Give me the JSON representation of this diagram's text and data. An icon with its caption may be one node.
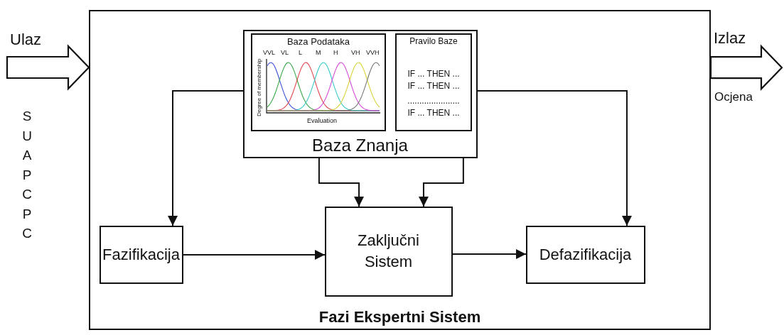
{
  "diagram": {
    "nodes": [
      {
        "text": [
          "Fazi Ekspertni Sistem"
        ]
      },
      {
        "text": [
          "Baza Znanja"
        ],
        "in": 0
      },
      {
        "text": [
          "Baza Podataka"
        ],
        "in": 1
      },
      {
        "text": [],
        "shape": "picture",
        "in": 2,
        "beside": [
          "VVL",
          "VL",
          "L",
          "M",
          "H",
          "VH",
          "VVH",
          "Degree of membership",
          "Evaluation"
        ]
      },
      {
        "text": [
          "Pravilo Baze",
          "IF ... THEN ...",
          "IF ... THEN ...",
          "......................",
          "IF ... THEN ..."
        ],
        "in": 1
      },
      {
        "text": [
          "Fazifikacija"
        ],
        "in": 0
      },
      {
        "text": [
          "Zaključni Sistem"
        ],
        "in": 0
      },
      {
        "text": [
          "Defazifikacija"
        ],
        "in": 0
      }
    ],
    "edges": [
      {
        "from": null,
        "to": 0,
        "arrow": "to",
        "label": "Ulaz",
        "style": "thick"
      },
      {
        "from": 1,
        "to": 5,
        "arrow": "to"
      },
      {
        "from": 1,
        "to": 6,
        "arrow": "to"
      },
      {
        "from": 1,
        "to": 6,
        "arrow": "to"
      },
      {
        "from": 1,
        "to": 7,
        "arrow": "to"
      },
      {
        "from": 5,
        "to": 6,
        "arrow": "to"
      },
      {
        "from": 6,
        "to": 7,
        "arrow": "to"
      },
      {
        "from": 0,
        "to": null,
        "arrow": "to",
        "label": "Izlaz",
        "style": "thick"
      }
    ],
    "labels": [
      "S U A P C P C",
      "Ocjena"
    ]
  }
}
